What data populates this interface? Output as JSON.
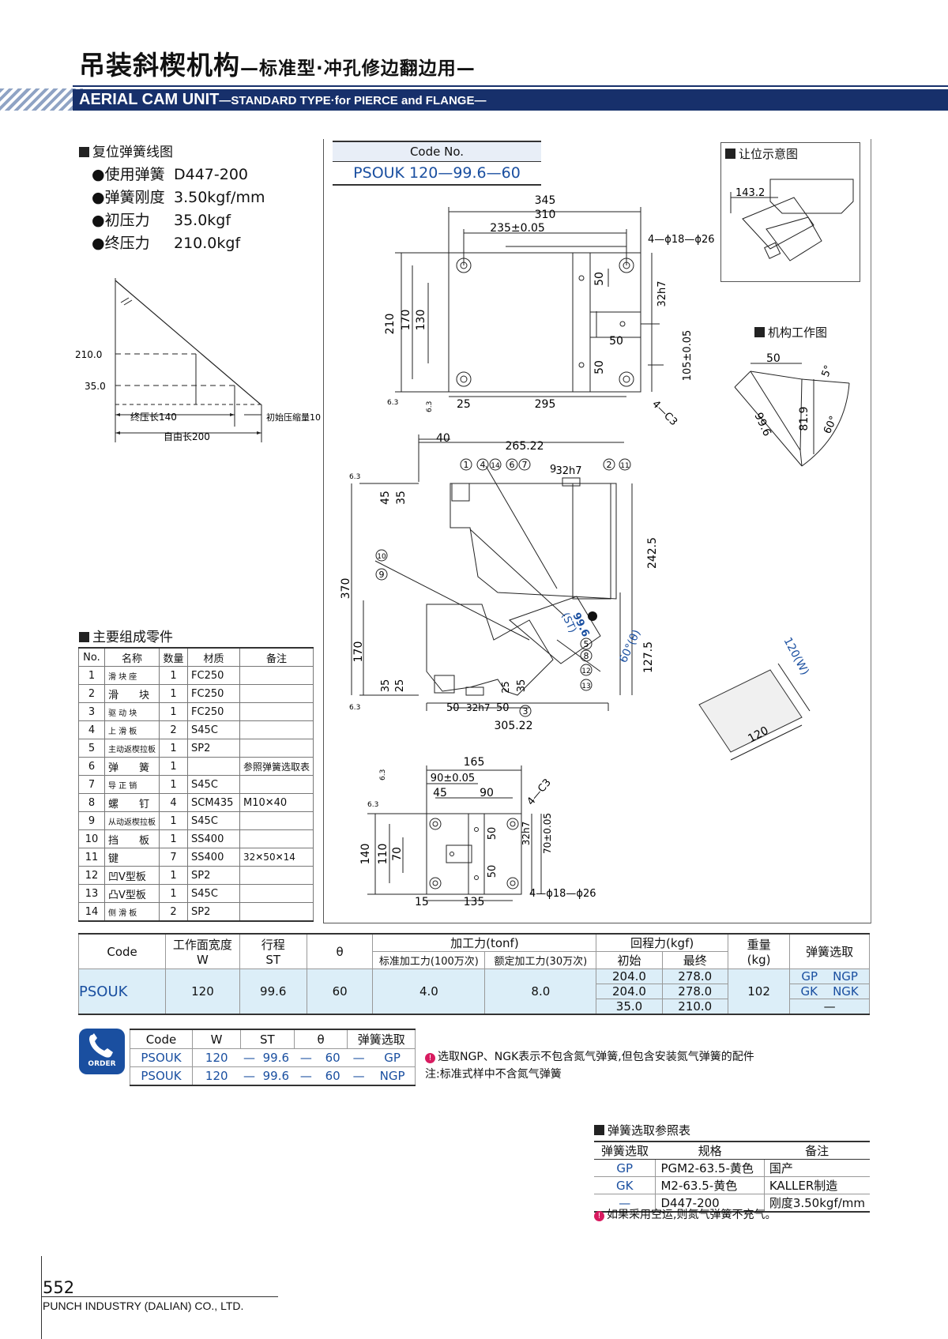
{
  "header": {
    "title_cn": "吊装斜楔机构",
    "title_cn_sub": "—标准型·冲孔修边翻边用—",
    "title_en": "AERIAL CAM UNIT",
    "title_en_sub": "—STANDARD TYPE·for PIERCE and FLANGE—"
  },
  "spring_section": {
    "heading": "复位弹簧线图",
    "specs": [
      {
        "label": "●使用弹簧",
        "value": "D447-200"
      },
      {
        "label": "●弹簧刚度",
        "value": "3.50kgf/mm"
      },
      {
        "label": "●初压力",
        "value": "35.0kgf"
      },
      {
        "label": "●终压力",
        "value": "210.0kgf"
      }
    ],
    "chart": {
      "y1": "210.0",
      "y2": "35.0",
      "x_final": "终压长140",
      "x_initial": "初始压缩量10",
      "x_free": "自由长200"
    }
  },
  "code_box": {
    "header": "Code No.",
    "value": "PSOUK 120—99.6—60"
  },
  "drawing_top": {
    "d345": "345",
    "d310": "310",
    "d235": "235±0.05",
    "holes": "4—ϕ18—ϕ26",
    "d210": "210",
    "d170": "170",
    "d130": "130",
    "d50a": "50",
    "d32h7": "32h7",
    "d50b": "50",
    "d50c": "50",
    "d105": "105±0.05",
    "d25": "25",
    "d295": "295",
    "c3": "4—C3",
    "r63a": "6.3",
    "r63b": "6.3"
  },
  "drawing_side": {
    "d40": "40",
    "d265": "265.22",
    "d32h7": "32h7",
    "d9": "9",
    "d45": "45",
    "d35": "35",
    "d370": "370",
    "d242": "242.5",
    "d170": "170",
    "d127": "127.5",
    "st": "99.6",
    "st_lbl": "(ST)",
    "angle": "60°(θ)",
    "d35b": "35",
    "d25": "25",
    "d25b": "25",
    "d35c": "35",
    "d50a": "50",
    "d32h7b": "32h7",
    "d50b": "50",
    "d305": "305.22",
    "r63a": "6.3",
    "r63b": "6.3",
    "callouts": [
      "1",
      "4",
      "14",
      "6",
      "7",
      "2",
      "11",
      "10",
      "9",
      "5",
      "8",
      "12",
      "13",
      "3"
    ]
  },
  "drawing_bottom": {
    "d165": "165",
    "d90a": "90±0.05",
    "d45": "45",
    "d90": "90",
    "c3": "4—C3",
    "d140": "140",
    "d110": "110",
    "d70": "70",
    "d50a": "50",
    "d50b": "50",
    "d32h7": "32h7",
    "d70b": "70±0.05",
    "d15": "15",
    "d135": "135",
    "holes": "4—ϕ18—ϕ26",
    "r63a": "6.3",
    "r63b": "6.3"
  },
  "clearance": {
    "heading": "让位示意图",
    "dim": "143.2"
  },
  "working": {
    "heading": "机构工作图",
    "d50": "50",
    "d5": "5°",
    "d996": "99.6",
    "d819": "81.9",
    "d60": "60°"
  },
  "workface": {
    "w": "120(W)",
    "l": "120"
  },
  "parts": {
    "heading": "主要组成零件",
    "columns": [
      "No.",
      "名称",
      "数量",
      "材质",
      "备注"
    ],
    "rows": [
      [
        "1",
        "滑 块 座",
        "1",
        "FC250",
        ""
      ],
      [
        "2",
        "滑　　块",
        "1",
        "FC250",
        ""
      ],
      [
        "3",
        "驱 动 块",
        "1",
        "FC250",
        ""
      ],
      [
        "4",
        "上 滑 板",
        "2",
        "S45C",
        ""
      ],
      [
        "5",
        "主动返楔拉板",
        "1",
        "SP2",
        ""
      ],
      [
        "6",
        "弹　　簧",
        "1",
        "",
        "参照弹簧选取表"
      ],
      [
        "7",
        "导 正 销",
        "1",
        "S45C",
        ""
      ],
      [
        "8",
        "螺　　钉",
        "4",
        "SCM435",
        "M10✕40"
      ],
      [
        "9",
        "从动返楔拉板",
        "1",
        "S45C",
        ""
      ],
      [
        "10",
        "挡　　板",
        "1",
        "SS400",
        ""
      ],
      [
        "11",
        "键",
        "7",
        "SS400",
        "32✕50✕14"
      ],
      [
        "12",
        "凹V型板",
        "1",
        "SP2",
        ""
      ],
      [
        "13",
        "凸V型板",
        "1",
        "S45C",
        ""
      ],
      [
        "14",
        "侧 滑 板",
        "2",
        "SP2",
        ""
      ]
    ]
  },
  "main_table": {
    "h_code": "Code",
    "h_w": "工作面宽度",
    "h_w2": "W",
    "h_st": "行程",
    "h_st2": "ST",
    "h_theta": "θ",
    "h_force": "加工力(tonf)",
    "h_force_std": "标准加工力(100万次)",
    "h_force_rated": "额定加工力(30万次)",
    "h_return": "回程力(kgf)",
    "h_return_init": "初始",
    "h_return_final": "最终",
    "h_weight": "重量",
    "h_weight2": "(kg)",
    "h_spring": "弹簧选取",
    "code": "PSOUK",
    "w": "120",
    "st": "99.6",
    "theta": "60",
    "std": "4.0",
    "rated": "8.0",
    "returns": [
      [
        "204.0",
        "278.0"
      ],
      [
        "204.0",
        "278.0"
      ],
      [
        "35.0",
        "210.0"
      ]
    ],
    "weight": "102",
    "springs": [
      [
        "GP",
        "NGP"
      ],
      [
        "GK",
        "NGK"
      ],
      [
        "—",
        ""
      ]
    ]
  },
  "order": {
    "label": "ORDER",
    "columns": [
      "Code",
      "W",
      "ST",
      "θ",
      "弹簧选取"
    ],
    "rows": [
      [
        "PSOUK",
        "120",
        "—",
        "99.6",
        "—",
        "60",
        "—",
        "GP"
      ],
      [
        "PSOUK",
        "120",
        "—",
        "99.6",
        "—",
        "60",
        "—",
        "NGP"
      ]
    ],
    "note1": "选取NGP、NGK表示不包含氮气弹簧,但包含安装氮气弹簧的配件",
    "note2": "注:标准式样中不含氮气弹簧"
  },
  "spring_table": {
    "heading": "弹簧选取参照表",
    "columns": [
      "弹簧选取",
      "规格",
      "备注"
    ],
    "rows": [
      [
        "GP",
        "PGM2-63.5-黄色",
        "国产"
      ],
      [
        "GK",
        "M2-63.5-黄色",
        "KALLER制造"
      ],
      [
        "—",
        "D447-200",
        "刚度3.50kgf/mm"
      ]
    ],
    "note": "如果采用空运,则氮气弹簧不充气。"
  },
  "footer": {
    "page": "552",
    "company": "PUNCH INDUSTRY (DALIAN) CO., LTD."
  },
  "colors": {
    "navy": "#17306b",
    "blue_text": "#1a4fa0",
    "highlight": "#dceef8",
    "note_dot": "#d81b60"
  }
}
